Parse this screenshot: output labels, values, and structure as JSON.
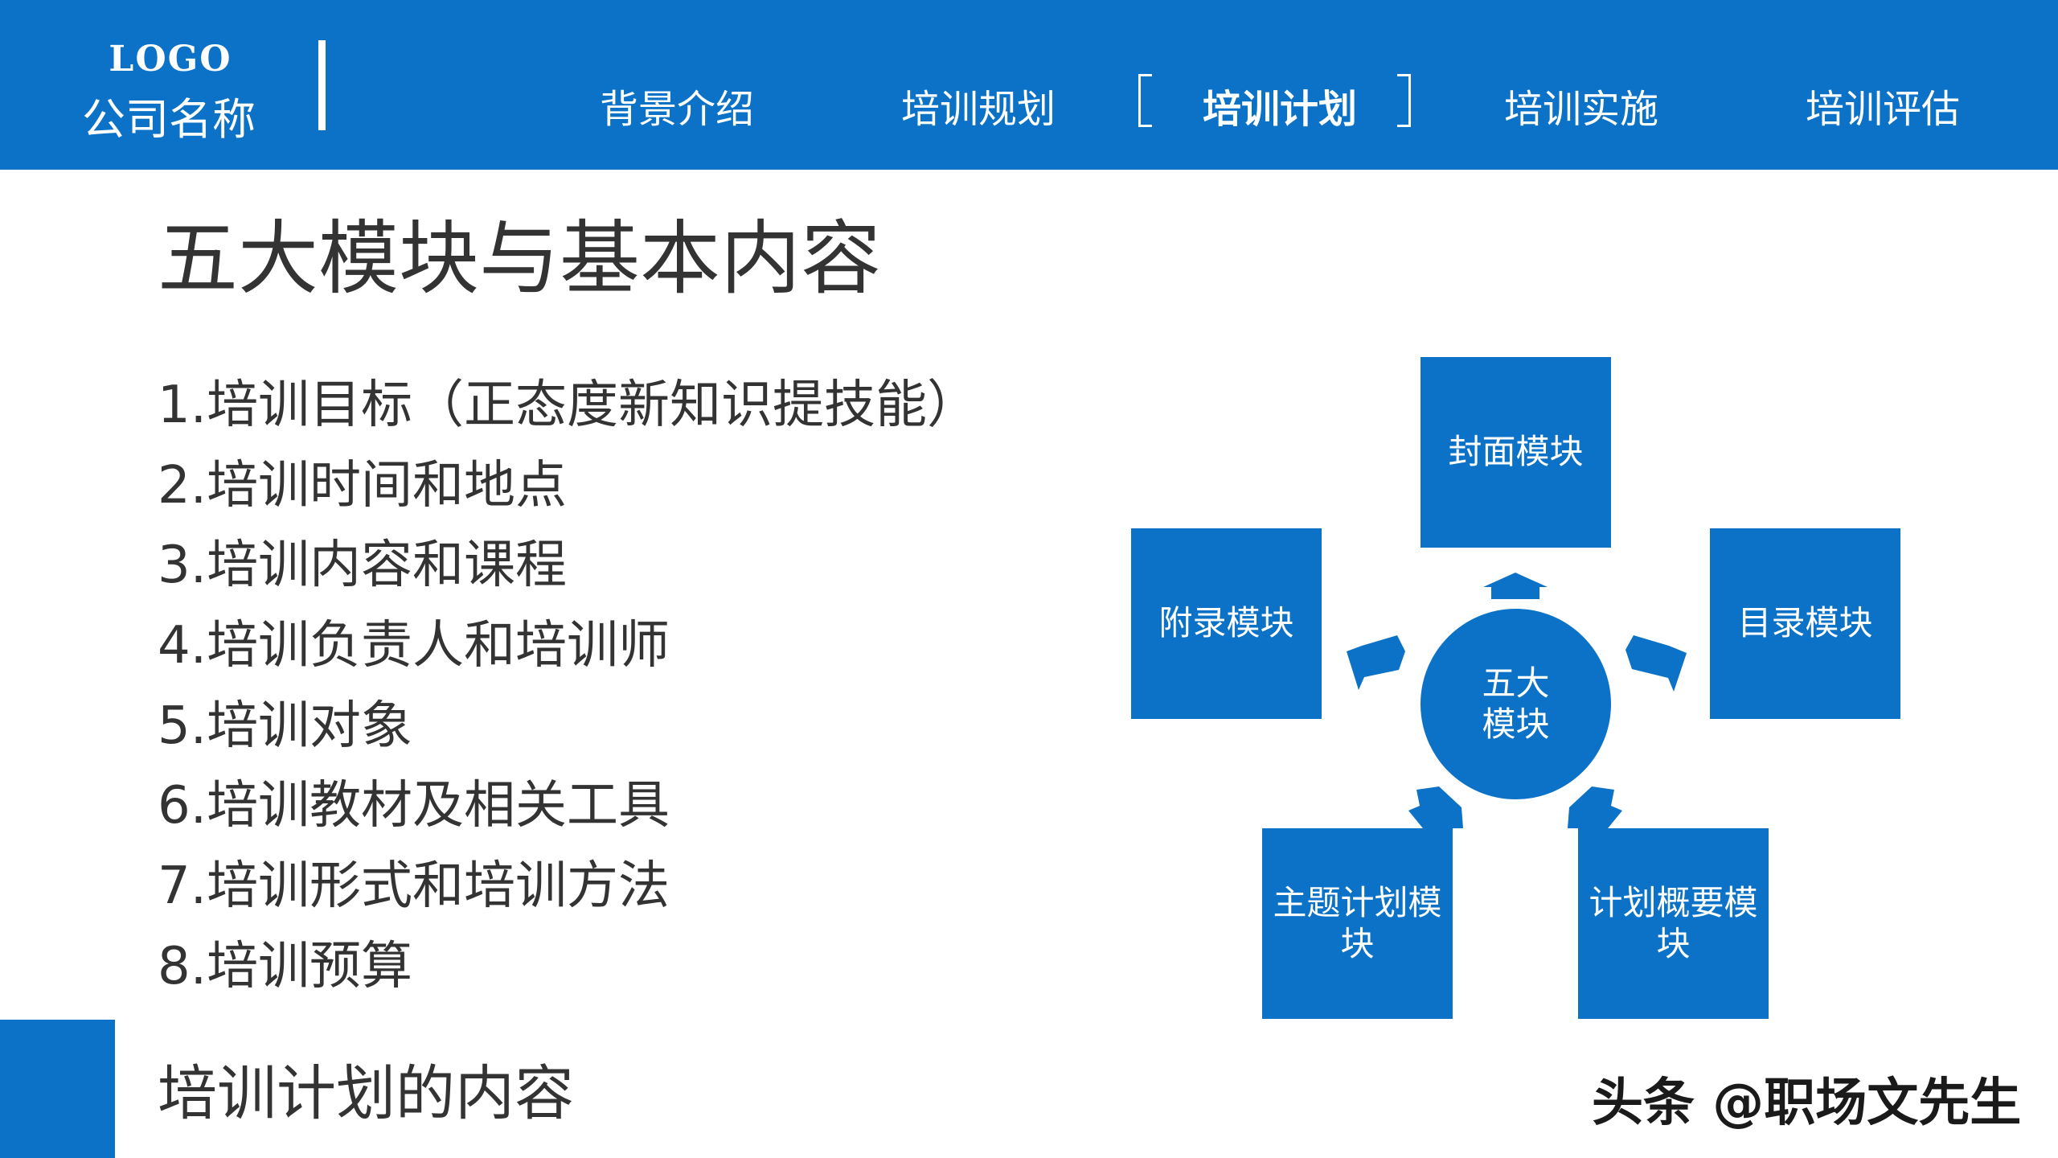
{
  "header": {
    "logo": "LOGO",
    "company_name": "公司名称",
    "nav": [
      {
        "label": "背景介绍"
      },
      {
        "label": "培训规划"
      },
      {
        "label": "培训计划",
        "active": true
      },
      {
        "label": "培训实施"
      },
      {
        "label": "培训评估"
      }
    ]
  },
  "slide": {
    "title": "五大模块与基本内容",
    "items": [
      "1.培训目标（正态度新知识提技能）",
      "2.培训时间和地点",
      "3.培训内容和课程",
      "4.培训负责人和培训师",
      "5.培训对象",
      "6.培训教材及相关工具",
      "7.培训形式和培训方法",
      "8.培训预算"
    ],
    "footer_label": "培训计划的内容"
  },
  "diagram": {
    "center": "五大模块",
    "modules": {
      "top": "封面模块",
      "left": "附录模块",
      "right": "目录模块",
      "bottom_left": "主题计划模块",
      "bottom_right": "计划概要模块"
    }
  },
  "watermark": "头条 @职场文先生",
  "colors": {
    "accent": "#0b72c7",
    "text": "#333333",
    "background": "#ffffff"
  }
}
